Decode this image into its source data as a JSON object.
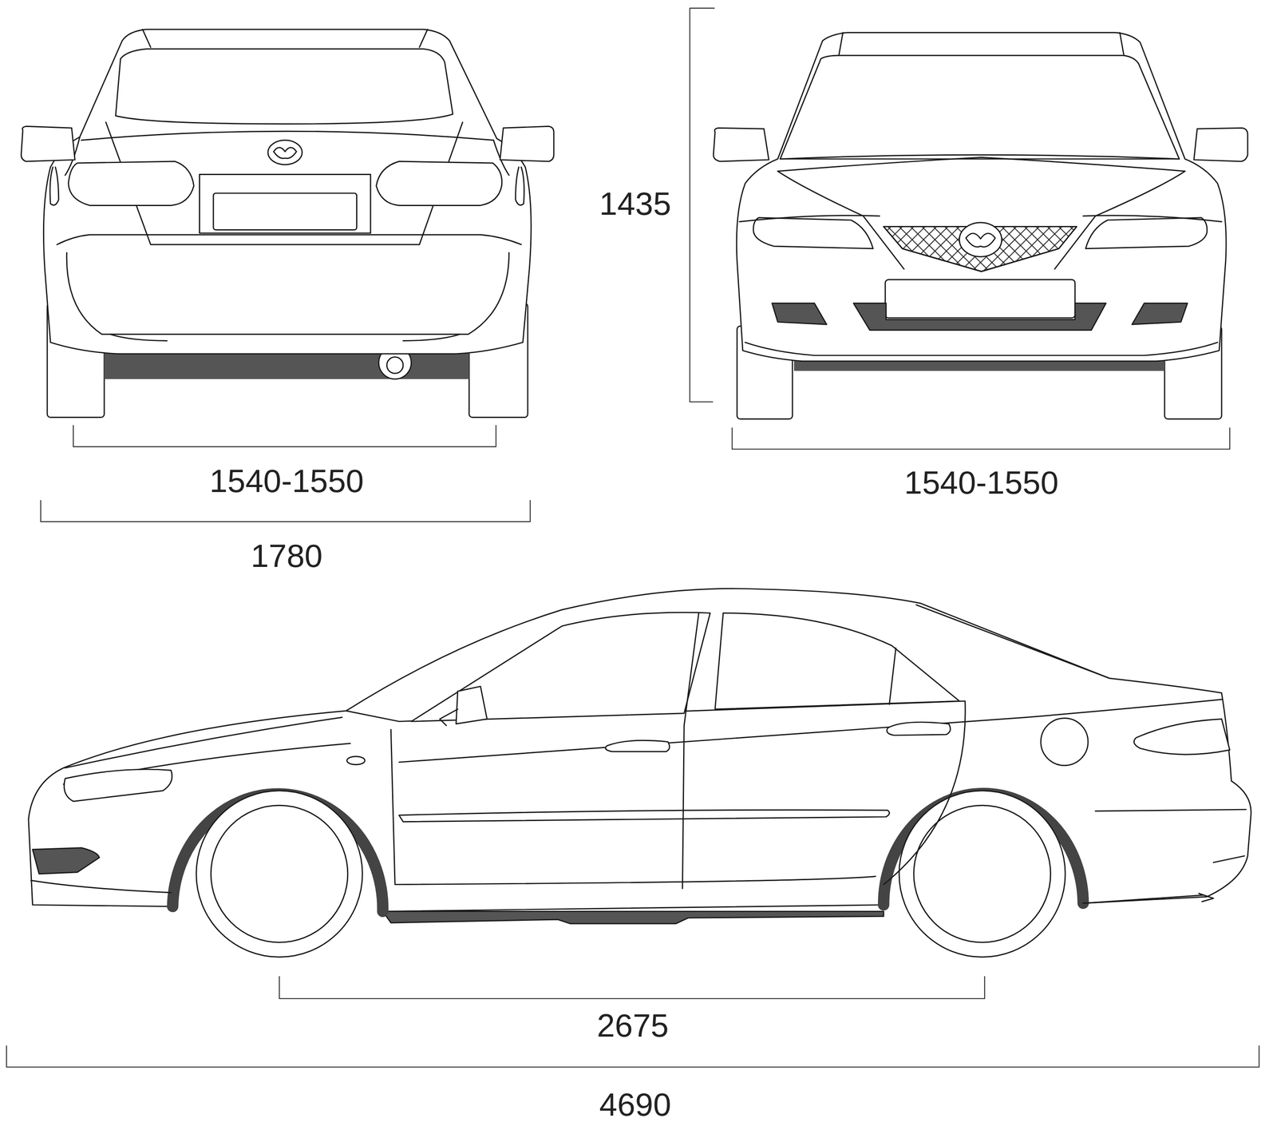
{
  "diagram": {
    "labels": [
      "1435",
      "1540-1550",
      "1540-1550",
      "1780",
      "2675",
      "4690"
    ]
  }
}
